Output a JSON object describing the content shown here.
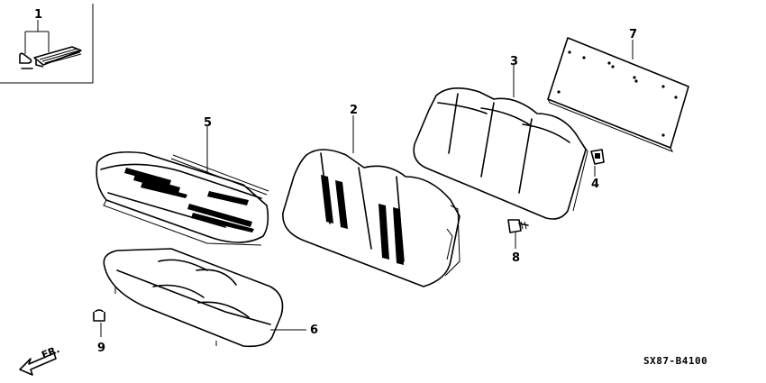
{
  "callouts": {
    "c1": "1",
    "c2": "2",
    "c3": "3",
    "c4": "4",
    "c5": "5",
    "c6": "6",
    "c7": "7",
    "c8": "8",
    "c9": "9"
  },
  "diagram_code": "SX87-B4100",
  "direction_label": "FR."
}
